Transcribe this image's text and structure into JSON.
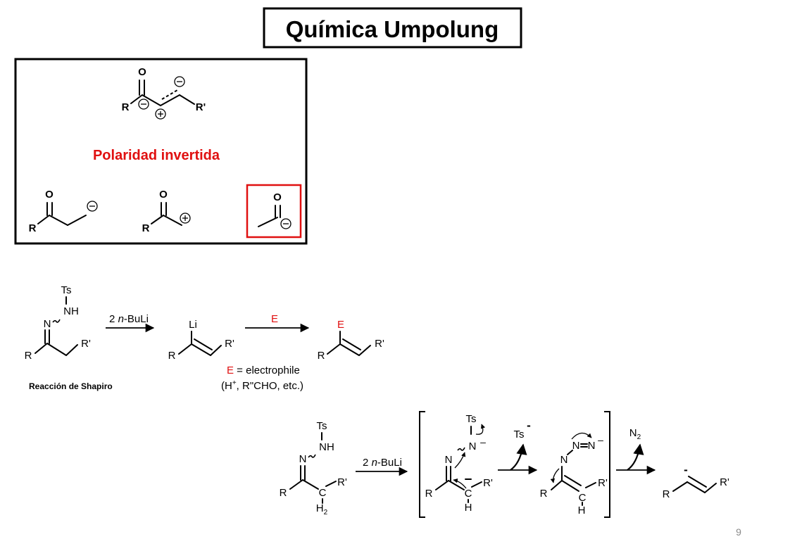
{
  "slide": {
    "title": "Química Umpolung",
    "page_number": "9"
  },
  "box": {
    "label": "Polaridad invertida",
    "top_molecule": {
      "O": "O",
      "R": "R",
      "R2": "R'"
    },
    "mol_a": {
      "O": "O",
      "R": "R"
    },
    "mol_b": {
      "O": "O",
      "R": "R"
    },
    "mol_c": {
      "O": "O"
    }
  },
  "shapiro": {
    "caption": "Reacción de Shapiro",
    "reactant": {
      "Ts": "Ts",
      "NH": "NH",
      "N": "N",
      "R": "R",
      "R2": "R'"
    },
    "arrow1_pre": "2 ",
    "arrow1_italic": "n",
    "arrow1_post": "-BuLi",
    "intermediate": {
      "Li": "Li",
      "R": "R",
      "R2": "R'"
    },
    "arrow2": "E",
    "product": {
      "E": "E",
      "R": "R",
      "R2": "R'"
    },
    "legend_E": "E",
    "legend_eq": " = electrophile",
    "legend_line2_pre": "(H",
    "legend_line2_sup": "+",
    "legend_line2_post": ", R\"CHO, etc.)"
  },
  "mechanism": {
    "reactant": {
      "Ts": "Ts",
      "NH": "NH",
      "N": "N",
      "R": "R",
      "R2": "R'",
      "C": "C",
      "H": "H",
      "H2sub": "2"
    },
    "arrow1_pre": "2 ",
    "arrow1_italic": "n",
    "arrow1_post": "-BuLi",
    "dianion": {
      "Ts": "Ts",
      "N1": "N",
      "N2": "N",
      "minus": "–",
      "R": "R",
      "R2": "R'",
      "C": "C",
      "H": "H"
    },
    "leaving1": {
      "Ts": "Ts",
      "minus": "-"
    },
    "diazene": {
      "N1": "N",
      "N2": "N",
      "N3": "N",
      "minus": "–",
      "R": "R",
      "R2": "R'",
      "C": "C",
      "H": "H"
    },
    "leaving2": {
      "N": "N",
      "sub": "2"
    },
    "vinyl_anion": {
      "R": "R",
      "R2": "R'",
      "minus": "-"
    }
  }
}
